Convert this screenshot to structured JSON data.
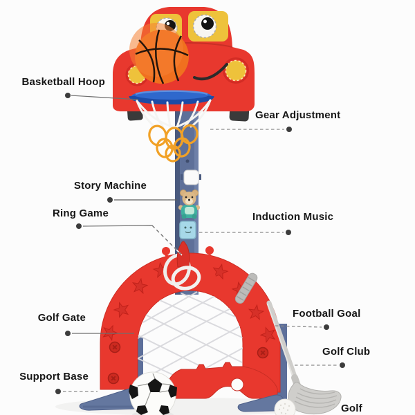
{
  "annotations": {
    "basketball_hoop": "Basketball Hoop",
    "gear_adjustment": "Gear Adjustment",
    "story_machine": "Story Machine",
    "ring_game": "Ring Game",
    "induction_music": "Induction Music",
    "golf_gate": "Golf Gate",
    "football_goal": "Football Goal",
    "golf_club": "Golf Club",
    "support_base": "Support Base",
    "golf": "Golf"
  },
  "colors": {
    "toy_red": "#e8382e",
    "toy_red_dark": "#c92d24",
    "pole_blue": "#5e7099",
    "rim_blue": "#2f68cc",
    "window_yellow": "#eec23b",
    "net_orange": "#f1a126",
    "base_blue": "#64779f",
    "club_gray": "#cfcecb",
    "label_text": "#161616",
    "leader_gray": "#8a8a8a"
  }
}
